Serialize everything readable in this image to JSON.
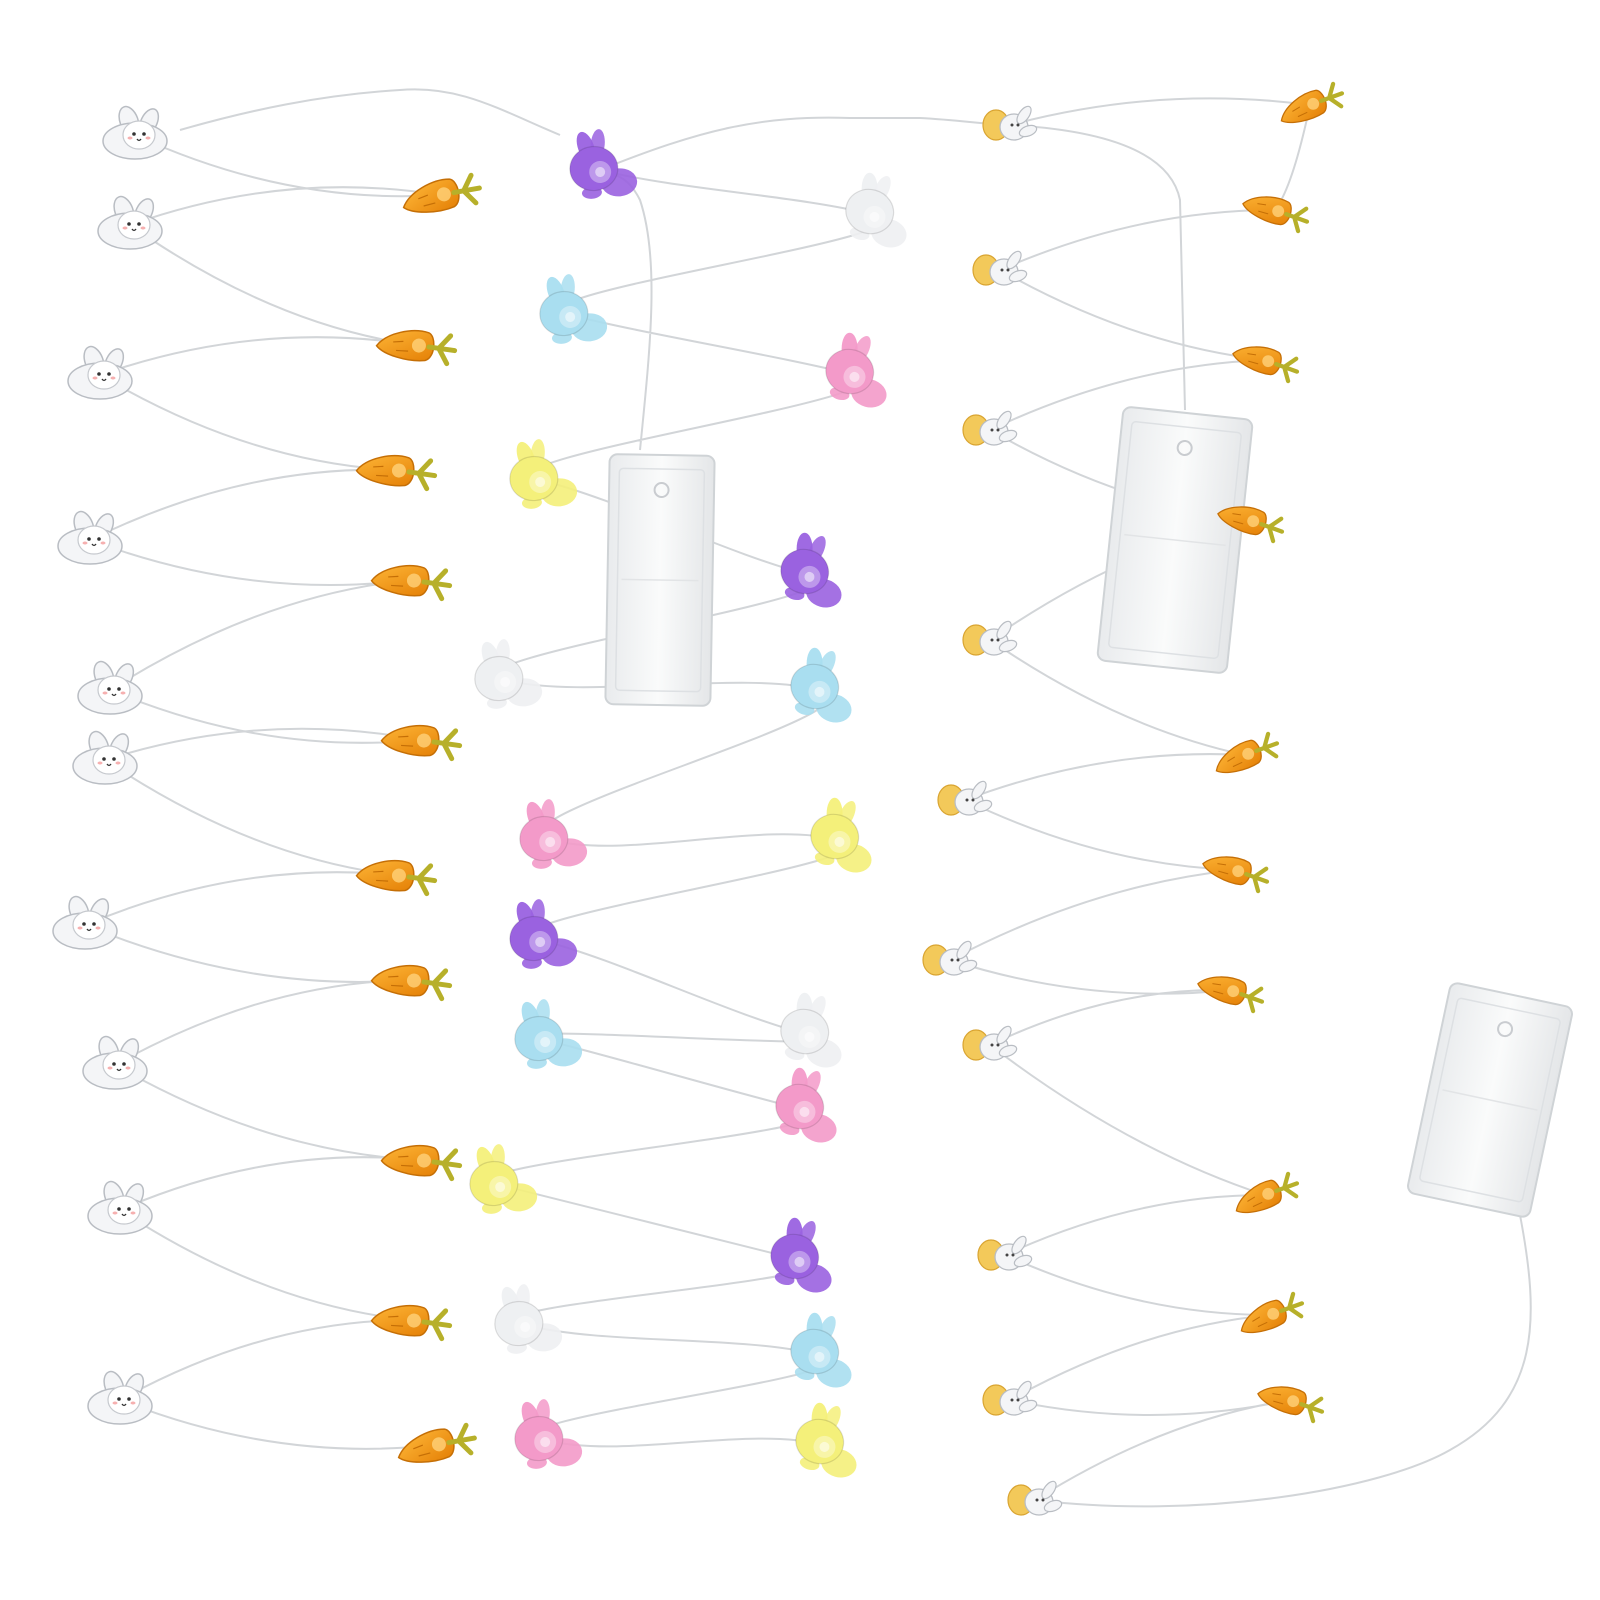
{
  "colors": {
    "background": "#ffffff",
    "wire": "#d2d5d8",
    "white_bunny": "#f4f5f7",
    "bunny_outline": "#b9bdc3",
    "carrot": "#f39a16",
    "carrot_dark": "#c56f06",
    "leaf": "#b7b02a",
    "purple": "#9a62e0",
    "blue": "#a9def0",
    "pink": "#f39ac9",
    "yellow": "#f4f07a",
    "clear": "#eef0f2",
    "amber_cap": "#f3c95a",
    "battery_box": "#f1f2f3",
    "battery_edge": "#cfd3d6"
  },
  "icons": {
    "bunny": "bunny-light-icon",
    "carrot": "carrot-light-icon",
    "crystal_bunny": "crystal-bunny-light-icon",
    "battery_box": "battery-box-icon",
    "mini_bunny": "mini-bunny-light-icon"
  },
  "strands": [
    {
      "style": "white bunnies and orange carrots",
      "bulb_count": 20
    },
    {
      "style": "colored crystal bunnies",
      "bulb_count": 20,
      "color_cycle": [
        "purple",
        "blue",
        "pink",
        "yellow",
        "clear"
      ]
    },
    {
      "style": "mini bunnies and orange carrots",
      "bulb_count": 20
    }
  ],
  "battery_boxes": 3
}
